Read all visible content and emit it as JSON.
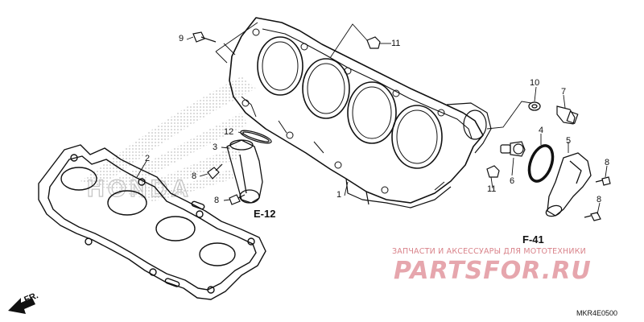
{
  "diagram": {
    "callouts": {
      "c1": "1",
      "c2": "2",
      "c3": "3",
      "c4": "4",
      "c5": "5",
      "c6": "6",
      "c7": "7",
      "c8a": "8",
      "c8b": "8",
      "c8c": "8",
      "c8d": "8",
      "c9": "9",
      "c10": "10",
      "c11a": "11",
      "c11b": "11",
      "c12": "12"
    },
    "refs": {
      "e12": "E-12",
      "f41": "F-41"
    },
    "direction_label": "FR.",
    "drawing_code": "MKR4E0500"
  },
  "watermark": {
    "tagline": "ЗАПЧАСТИ И АКСЕССУАРЫ ДЛЯ МОТОТЕХНИКИ",
    "site": "PARTSFOR.RU",
    "brand": "HONDA"
  },
  "colors": {
    "ink": "#111111",
    "watermark_red": "#e6a6ad",
    "halftone": "#bdbdbd"
  }
}
